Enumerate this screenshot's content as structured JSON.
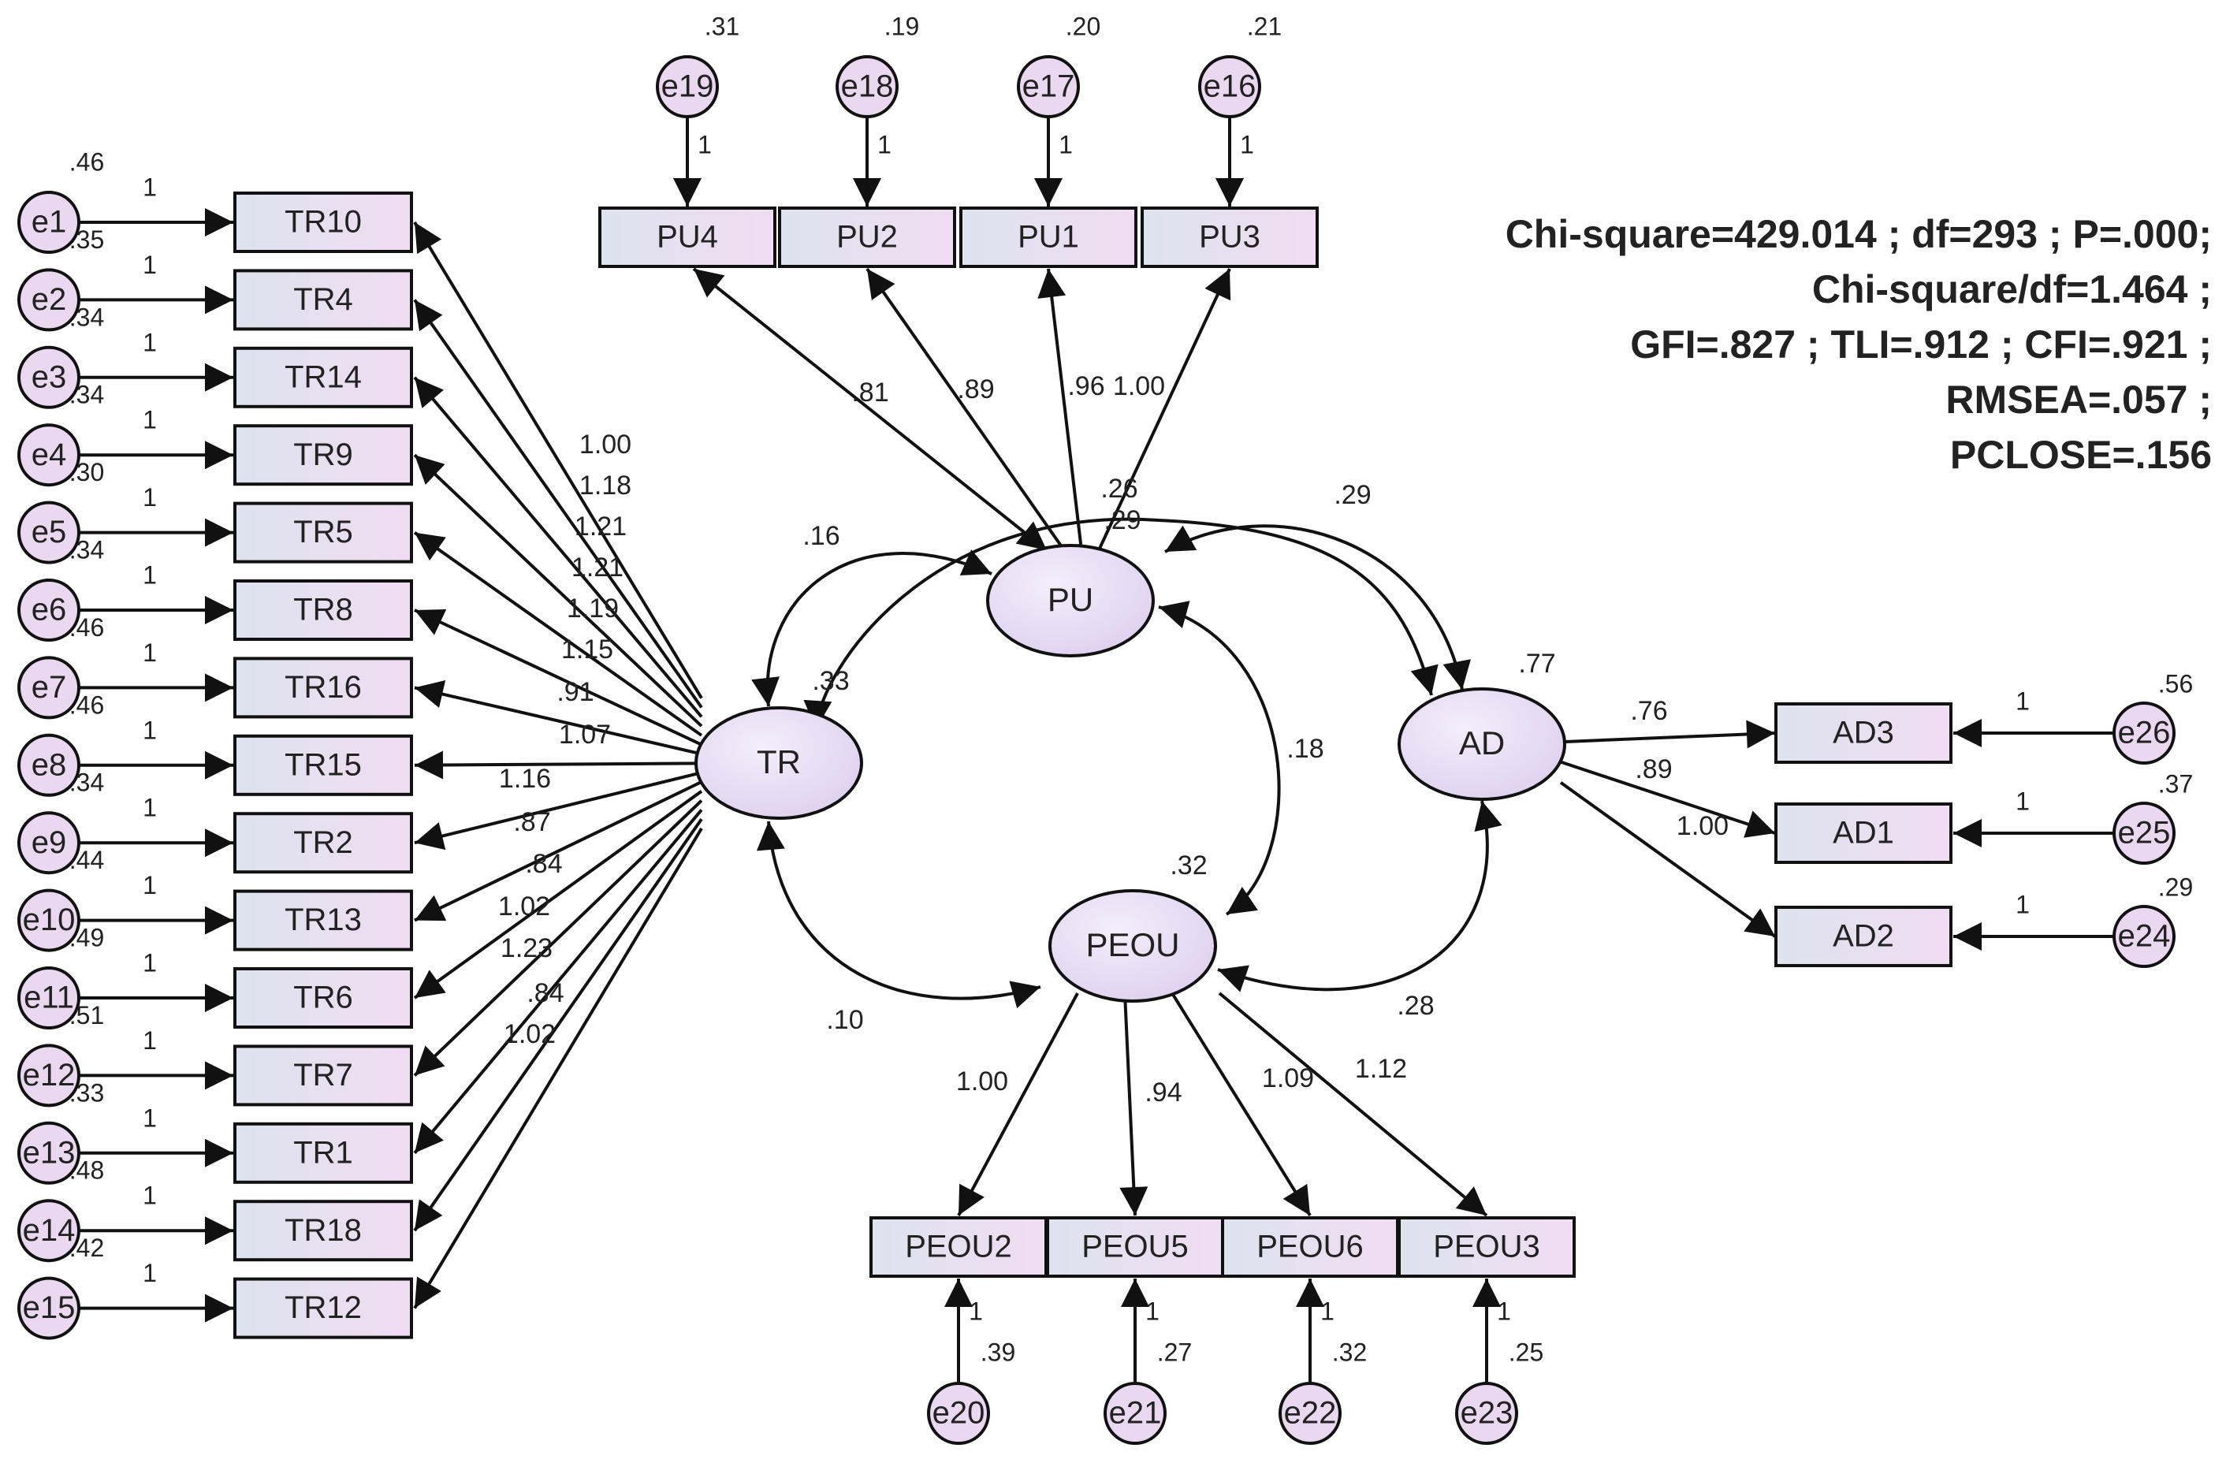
{
  "colors": {
    "observed_fill_start": "#dde3ee",
    "observed_fill_end": "#f1dcf2",
    "latent_fill": "#e6daf2",
    "error_fill": "#ead8f0",
    "stroke": "#111111",
    "text": "#222222"
  },
  "fit_stats": {
    "line1": "Chi-square=429.014 ; df=293 ; P=.000;",
    "line2": "Chi-square/df=1.464 ;",
    "line3": "GFI=.827 ; TLI=.912 ; CFI=.921 ;",
    "line4": "RMSEA=.057 ;",
    "line5": "PCLOSE=.156"
  },
  "latents": {
    "TR": "TR",
    "PU": "PU",
    "AD": "AD",
    "PEOU": "PEOU"
  },
  "latent_variances": {
    "TR": ".33",
    "PU": ".26",
    "AD": ".77",
    "PEOU": ".32"
  },
  "covariances": {
    "TR_PU": ".16",
    "TR_PEOU": ".10",
    "PU_PEOU": ".18",
    "PU_AD": ".29",
    "TR_AD": ".29",
    "PEOU_AD": ".28"
  },
  "tr_indicators": [
    {
      "item": "TR10",
      "error": "e1",
      "variance": ".46",
      "fixed": "1",
      "loading": "1.00"
    },
    {
      "item": "TR4",
      "error": "e2",
      "variance": ".35",
      "fixed": "1",
      "loading": "1.18"
    },
    {
      "item": "TR14",
      "error": "e3",
      "variance": ".34",
      "fixed": "1",
      "loading": "1.21"
    },
    {
      "item": "TR9",
      "error": "e4",
      "variance": ".34",
      "fixed": "1",
      "loading": "1.21"
    },
    {
      "item": "TR5",
      "error": "e5",
      "variance": ".30",
      "fixed": "1",
      "loading": "1.19"
    },
    {
      "item": "TR8",
      "error": "e6",
      "variance": ".34",
      "fixed": "1",
      "loading": "1.15"
    },
    {
      "item": "TR16",
      "error": "e7",
      "variance": ".46",
      "fixed": "1",
      "loading": ".91"
    },
    {
      "item": "TR15",
      "error": "e8",
      "variance": ".46",
      "fixed": "1",
      "loading": "1.07"
    },
    {
      "item": "TR2",
      "error": "e9",
      "variance": ".34",
      "fixed": "1",
      "loading": "1.16"
    },
    {
      "item": "TR13",
      "error": "e10",
      "variance": ".44",
      "fixed": "1",
      "loading": ".87"
    },
    {
      "item": "TR6",
      "error": "e11",
      "variance": ".49",
      "fixed": "1",
      "loading": ".84"
    },
    {
      "item": "TR7",
      "error": "e12",
      "variance": ".51",
      "fixed": "1",
      "loading": "1.02"
    },
    {
      "item": "TR1",
      "error": "e13",
      "variance": ".33",
      "fixed": "1",
      "loading": "1.23"
    },
    {
      "item": "TR18",
      "error": "e14",
      "variance": ".48",
      "fixed": "1",
      "loading": ".84"
    },
    {
      "item": "TR12",
      "error": "e15",
      "variance": ".42",
      "fixed": "1",
      "loading": "1.02"
    }
  ],
  "pu_indicators": [
    {
      "item": "PU4",
      "error": "e19",
      "variance": ".31",
      "fixed": "1",
      "loading": ".81"
    },
    {
      "item": "PU2",
      "error": "e18",
      "variance": ".19",
      "fixed": "1",
      "loading": ".89"
    },
    {
      "item": "PU1",
      "error": "e17",
      "variance": ".20",
      "fixed": "1",
      "loading": ".96"
    },
    {
      "item": "PU3",
      "error": "e16",
      "variance": ".21",
      "fixed": "1",
      "loading": "1.00"
    }
  ],
  "ad_indicators": [
    {
      "item": "AD3",
      "error": "e26",
      "variance": ".56",
      "fixed": "1",
      "loading": ".76"
    },
    {
      "item": "AD1",
      "error": "e25",
      "variance": ".37",
      "fixed": "1",
      "loading": ".89"
    },
    {
      "item": "AD2",
      "error": "e24",
      "variance": ".29",
      "fixed": "1",
      "loading": "1.00"
    }
  ],
  "peou_indicators": [
    {
      "item": "PEOU2",
      "error": "e20",
      "variance": ".39",
      "fixed": "1",
      "loading": "1.00"
    },
    {
      "item": "PEOU5",
      "error": "e21",
      "variance": ".27",
      "fixed": "1",
      "loading": ".94"
    },
    {
      "item": "PEOU6",
      "error": "e22",
      "variance": ".32",
      "fixed": "1",
      "loading": "1.09"
    },
    {
      "item": "PEOU3",
      "error": "e23",
      "variance": ".25",
      "fixed": "1",
      "loading": "1.12"
    }
  ]
}
